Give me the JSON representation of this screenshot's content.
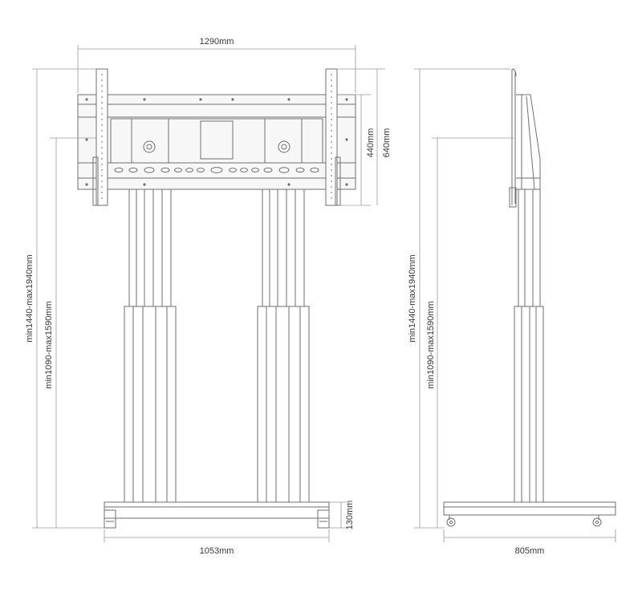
{
  "front_view": {
    "width_label": "1290mm",
    "mount_height_label": "440mm",
    "panel_height_label": "640mm",
    "overall_height_label": "min1440-max1940mm",
    "mount_center_height_label": "min1090-max1590mm",
    "base_width_label": "1053mm",
    "base_height_label": "130mm"
  },
  "side_view": {
    "overall_height_label": "min1440-max1940mm",
    "mount_center_height_label": "min1090-max1590mm",
    "base_depth_label": "805mm"
  },
  "colors": {
    "line": "#6f6f6f",
    "dim_line": "#9a9a9a",
    "text": "#3a3a3a"
  }
}
